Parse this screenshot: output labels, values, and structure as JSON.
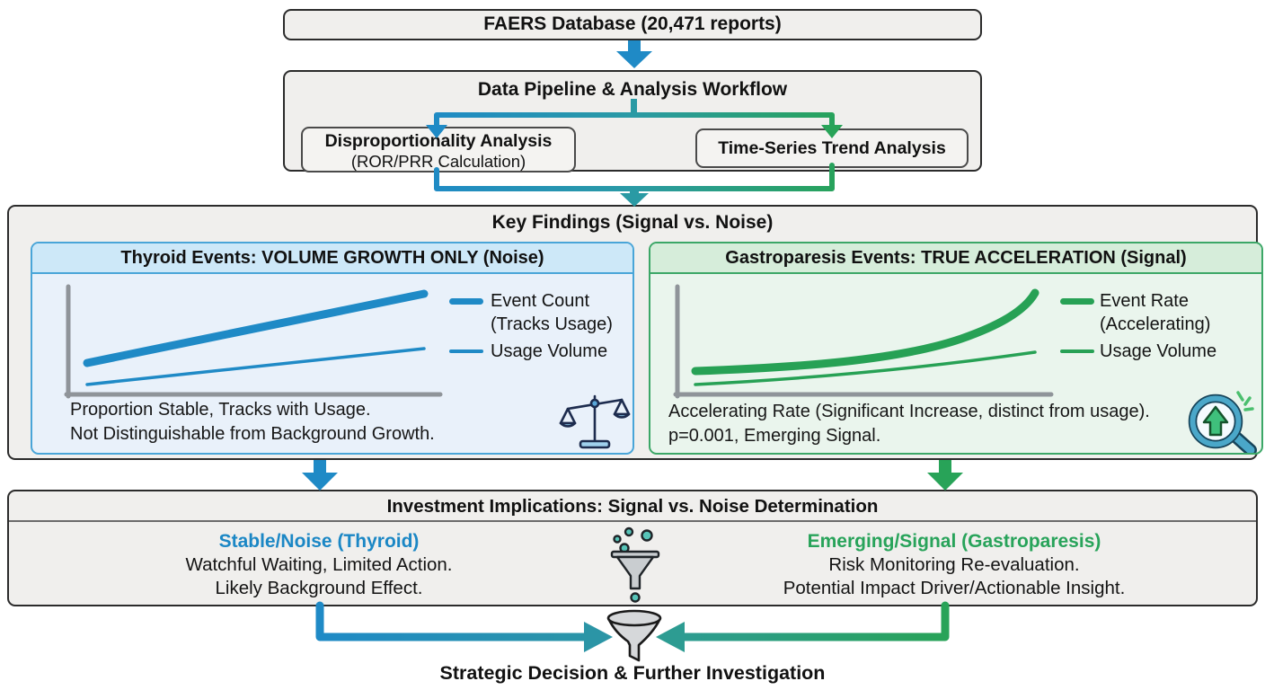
{
  "faers_box": {
    "label": "FAERS Database (20,471 reports)"
  },
  "pipeline": {
    "title": "Data Pipeline & Analysis Workflow",
    "disproportionality_box": {
      "line1": "Disproportionality Analysis",
      "line2": "(ROR/PRR Calculation)"
    },
    "timeseries_box": {
      "label": "Time-Series Trend Analysis"
    }
  },
  "key_findings": {
    "title": "Key Findings (Signal vs. Noise)",
    "thyroid_panel": {
      "header": "Thyroid Events: VOLUME GROWTH ONLY (Noise)",
      "legend": {
        "series1_line1": "Event Count",
        "series1_line2": "(Tracks Usage)",
        "series2": "Usage Volume"
      },
      "caption_line1": "Proportion Stable, Tracks with Usage.",
      "caption_line2": "Not Distinguishable from Background Growth.",
      "icon": "balance-scale-icon"
    },
    "gastroparesis_panel": {
      "header": "Gastroparesis Events: TRUE ACCELERATION (Signal)",
      "legend": {
        "series1_line1": "Event Rate",
        "series1_line2": "(Accelerating)",
        "series2": "Usage Volume"
      },
      "caption_line1": "Accelerating Rate (Significant Increase, distinct from usage).",
      "caption_line2": "p=0.001, Emerging Signal.",
      "icon": "magnifier-growth-icon"
    }
  },
  "implications": {
    "title": "Investment Implications: Signal vs. Noise Determination",
    "thyroid_column": {
      "heading": "Stable/Noise (Thyroid)",
      "line1": "Watchful Waiting, Limited Action.",
      "line2": "Likely Background Effect."
    },
    "gastroparesis_column": {
      "heading": "Emerging/Signal (Gastroparesis)",
      "line1": "Risk Monitoring Re-evaluation.",
      "line2": "Potential Impact Driver/Actionable Insight."
    },
    "center_icon": "funnel-dots-icon"
  },
  "footer": {
    "label": "Strategic Decision & Further Investigation",
    "icon": "funnel-icon"
  },
  "colors": {
    "blue": "#1f8ac6",
    "green": "#28a358",
    "teal": "#2a9aa4",
    "thyroid_header_bg": "#cde8f8",
    "thyroid_body_bg": "#e9f1fa",
    "thyroid_border": "#49a5d8",
    "gastro_header_bg": "#d6edda",
    "gastro_body_bg": "#eaf5ed",
    "gastro_border": "#3ca767",
    "box_bg": "#f0efed",
    "box_border": "#2b2b2b",
    "axis_gray": "#8f9499"
  },
  "chart_data": [
    {
      "type": "line",
      "title": "Thyroid Events: VOLUME GROWTH ONLY (Noise)",
      "x": [
        1,
        2,
        3,
        4,
        5,
        6,
        7,
        8,
        9
      ],
      "x_axis": {
        "label": "",
        "ticks_visible": false
      },
      "y_axis": {
        "label": "",
        "ticks_visible": false
      },
      "series": [
        {
          "name": "Event Count (Tracks Usage)",
          "style": "thick-linear",
          "values": [
            0.3,
            0.38,
            0.46,
            0.54,
            0.62,
            0.7,
            0.78,
            0.86,
            0.94
          ]
        },
        {
          "name": "Usage Volume",
          "style": "thin-linear",
          "values": [
            0.1,
            0.14,
            0.18,
            0.22,
            0.26,
            0.3,
            0.34,
            0.38,
            0.42
          ]
        }
      ],
      "legend_position": "right",
      "grid": false,
      "annotation": "Proportion Stable, Tracks with Usage. Not Distinguishable from Background Growth."
    },
    {
      "type": "line",
      "title": "Gastroparesis Events: TRUE ACCELERATION (Signal)",
      "x": [
        1,
        2,
        3,
        4,
        5,
        6,
        7,
        8,
        9
      ],
      "x_axis": {
        "label": "",
        "ticks_visible": false
      },
      "y_axis": {
        "label": "",
        "ticks_visible": false
      },
      "series": [
        {
          "name": "Event Rate (Accelerating)",
          "style": "thick-exponential",
          "values": [
            0.22,
            0.24,
            0.27,
            0.31,
            0.37,
            0.45,
            0.57,
            0.74,
            0.97
          ]
        },
        {
          "name": "Usage Volume",
          "style": "thin-linear",
          "values": [
            0.1,
            0.14,
            0.18,
            0.22,
            0.26,
            0.3,
            0.34,
            0.38,
            0.43
          ]
        }
      ],
      "legend_position": "right",
      "grid": false,
      "annotation": "Accelerating Rate (Significant Increase, distinct from usage). p=0.001, Emerging Signal."
    }
  ]
}
